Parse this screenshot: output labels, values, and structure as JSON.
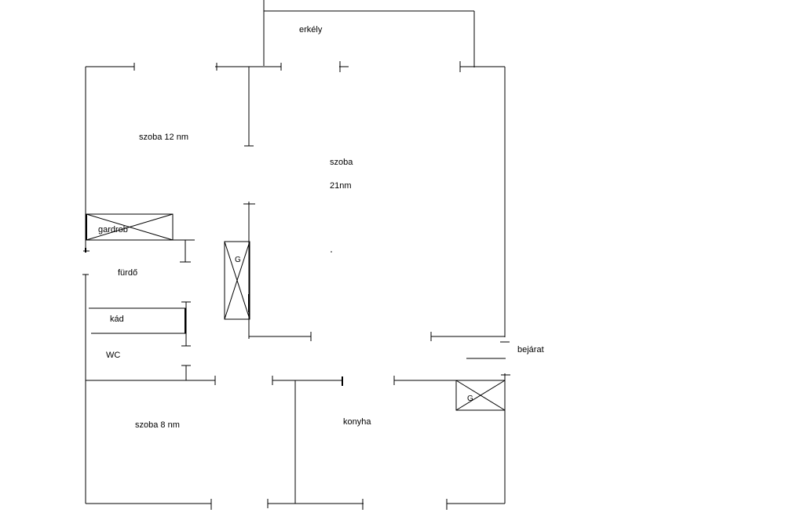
{
  "rooms": {
    "balcony": "erkély",
    "room12": "szoba 12 nm",
    "room21_name": "szoba",
    "room21_area": "21nm",
    "wardrobe": "gardrob",
    "bathroom": "fürdő",
    "bathtub": "kád",
    "toilet": "WC",
    "room8": "szoba 8 nm",
    "kitchen": "konyha",
    "entrance": "bejárat"
  },
  "appliances": {
    "gas_boiler_left": "G",
    "gas_boiler_right": "G"
  },
  "colors": {
    "line": "#000000",
    "background": "#ffffff"
  }
}
